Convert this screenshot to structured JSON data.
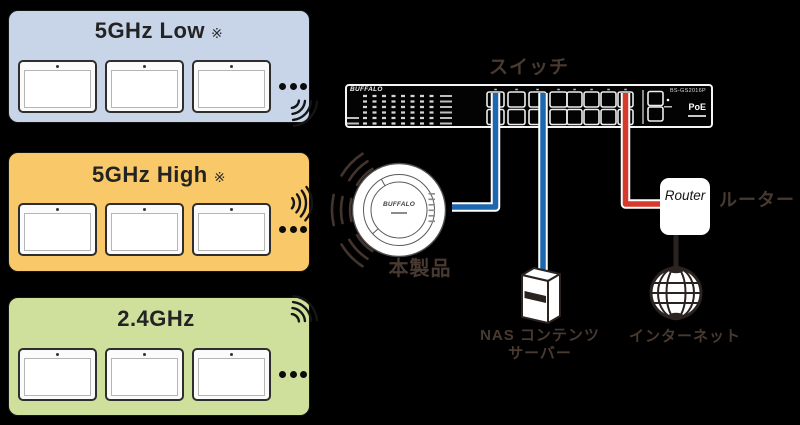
{
  "panel": {
    "bg": "#000000"
  },
  "groups": [
    {
      "title": "5GHz Low",
      "note": "※",
      "bg": "#c8d5e9",
      "device_count": 3
    },
    {
      "title": "5GHz High",
      "note": "※",
      "bg": "#f9c868",
      "device_count": 3
    },
    {
      "title": "2.4GHz",
      "note": "",
      "bg": "#cfe09d",
      "device_count": 3
    }
  ],
  "labels": {
    "switch": "スイッチ",
    "product": "本製品",
    "nas_line1": "NAS コンテンツ",
    "nas_line2": "サーバー",
    "router": "ルーター",
    "internet": "インターネット"
  },
  "devices": {
    "switch": {
      "brand": "BUFFALO",
      "model": "BS-GS2016P",
      "poe": "PoE"
    },
    "access_point": {
      "brand": "BUFFALO"
    },
    "router": {
      "text": "Router"
    }
  },
  "colors": {
    "lan_cable": "#1c67ad",
    "wan_cable": "#d7392b",
    "label_text": "#483a31",
    "group1_bg": "#c8d5e9",
    "group2_bg": "#f9c868",
    "group3_bg": "#cfe09d"
  }
}
